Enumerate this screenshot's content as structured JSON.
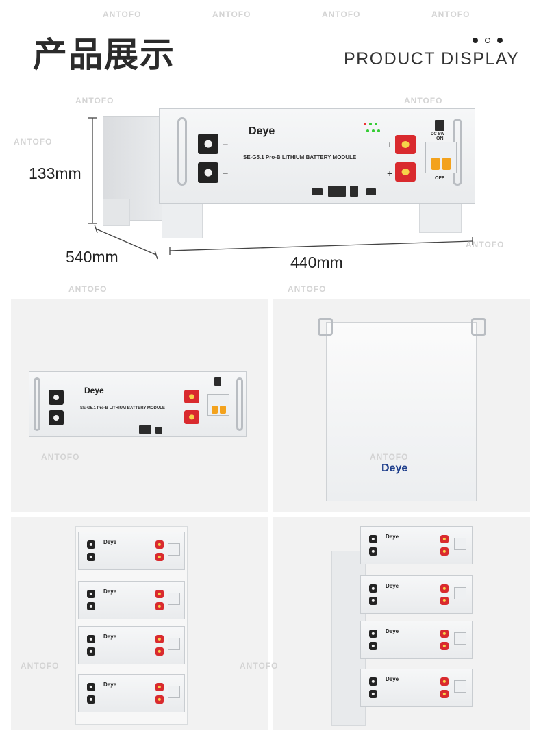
{
  "header": {
    "title_cn": "产品展示",
    "title_en": "PRODUCT DISPLAY"
  },
  "dimensions": {
    "height": "133mm",
    "depth": "540mm",
    "width": "440mm"
  },
  "module": {
    "brand": "Deye",
    "model_large": "SE-G5.1 Pro-B  LITHIUM BATTERY MODULE",
    "model_small": "SE-G5.1 Pro-B  LITHIUM BATTERY MODULE",
    "switch_on": "ON",
    "switch_off": "OFF",
    "switch_label": "DC SW",
    "minus": "–",
    "plus": "+"
  },
  "watermark": "ANTOFO",
  "colors": {
    "terminal_red": "#d92a2e",
    "terminal_black": "#232323",
    "breaker_lever": "#f3a21d",
    "panel_bg": "#f2f2f2"
  }
}
